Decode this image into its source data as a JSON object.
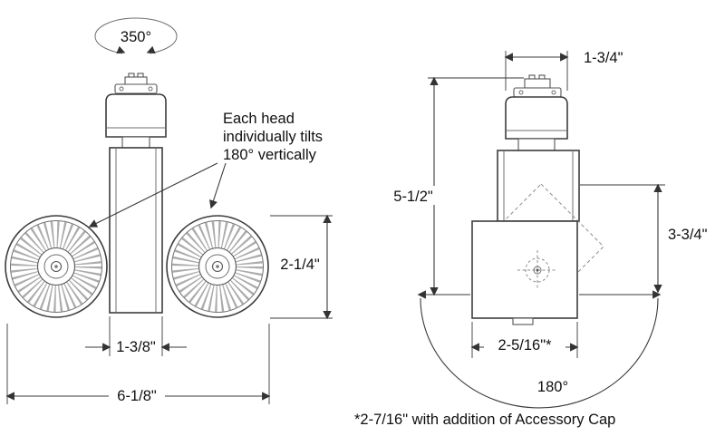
{
  "left_view": {
    "rotation_label": "350°",
    "note": {
      "l1": "Each head",
      "l2": "individually tilts",
      "l3": "180° vertically"
    },
    "dims": {
      "head_height": "2-1/4\"",
      "body_width": "1-3/8\"",
      "overall_width": "6-1/8\""
    }
  },
  "right_view": {
    "dims": {
      "top_width": "1-3/4\"",
      "overall_height": "5-1/2\"",
      "head_diagonal": "3-3/4\"",
      "head_width": "2-5/16\"*",
      "tilt_sweep": "180°"
    }
  },
  "footnote": "*2-7/16\" with addition of Accessory Cap"
}
